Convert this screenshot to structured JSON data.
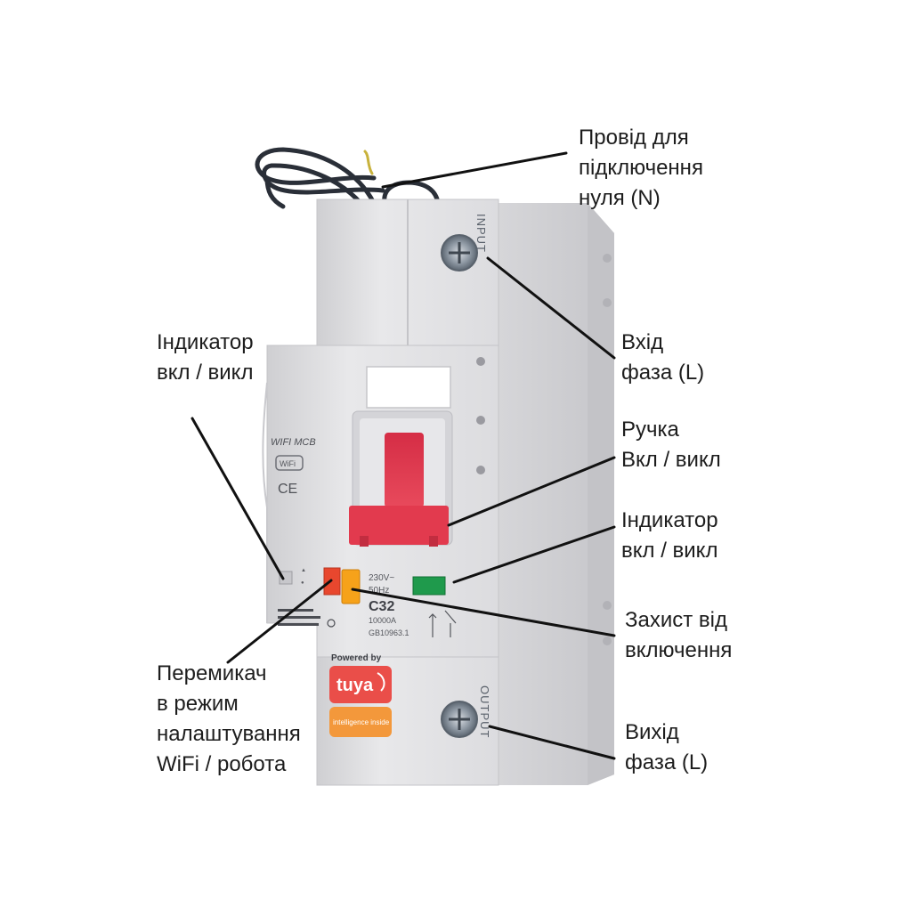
{
  "device": {
    "top_terminal_label": "INPUT",
    "bottom_terminal_label": "OUTPUT",
    "model_label": "WIFI MCB",
    "wifi_mark": "WiFi",
    "ce_mark": "CE",
    "voltage_text": "230V~",
    "frequency_text": "50Hz",
    "rating": "C32",
    "breaking_capacity": "10000A",
    "standard": "GB10963.1",
    "powered_by": "Powered by",
    "brand": "tuya",
    "brand_tagline": "intelligence inside",
    "colors": {
      "body": "#e2e2e4",
      "handle": "#e23a4e",
      "indicator_green": "#1f9a4c",
      "red_slider": "#e8472e",
      "orange_slider": "#f6a21a",
      "tuya_red": "#ea4e49",
      "tuya_orange": "#f3983b"
    }
  },
  "labels": {
    "neutral_wire": [
      "Провід для",
      "підключення",
      "нуля (N)"
    ],
    "input_phase": [
      "Вхід",
      "фаза (L)"
    ],
    "indicator_left": [
      "Індикатор",
      "вкл / викл"
    ],
    "handle": [
      "Ручка",
      "Вкл / викл"
    ],
    "indicator_right": [
      "Індикатор",
      "вкл / викл"
    ],
    "protection": [
      "Захист від",
      "включення"
    ],
    "mode_switch": [
      "Перемикач",
      "в режим",
      "налаштування",
      "WiFi / робота"
    ],
    "output_phase": [
      "Вихід",
      "фаза (L)"
    ]
  }
}
